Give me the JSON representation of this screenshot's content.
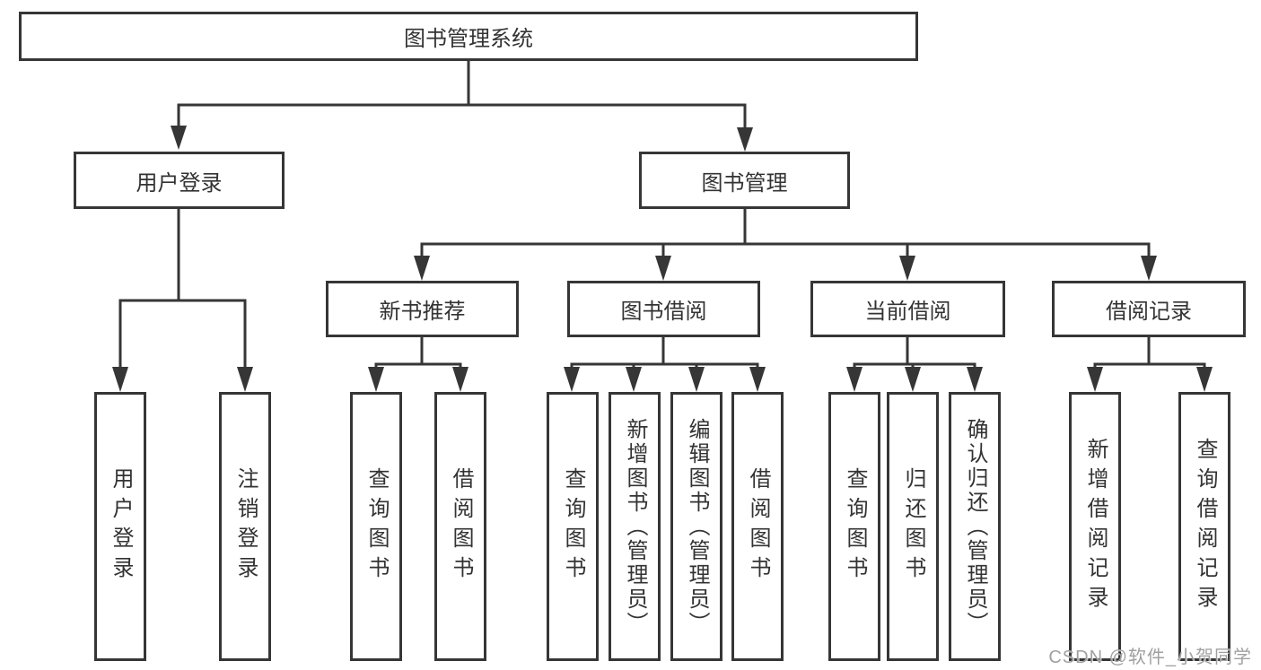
{
  "tree": {
    "type": "hierarchy-diagram",
    "root": {
      "label": "图书管理系统",
      "children": [
        {
          "label": "用户登录",
          "children": [
            {
              "label": "用户登录"
            },
            {
              "label": "注销登录"
            }
          ]
        },
        {
          "label": "图书管理",
          "children": [
            {
              "label": "新书推荐",
              "children": [
                {
                  "label": "查询图书"
                },
                {
                  "label": "借阅图书"
                }
              ]
            },
            {
              "label": "图书借阅",
              "children": [
                {
                  "label": "查询图书"
                },
                {
                  "label": "新增图书（管理员）"
                },
                {
                  "label": "编辑图书（管理员）"
                },
                {
                  "label": "借阅图书"
                }
              ]
            },
            {
              "label": "当前借阅",
              "children": [
                {
                  "label": "查询图书"
                },
                {
                  "label": "归还图书"
                },
                {
                  "label": "确认归还（管理员）"
                }
              ]
            },
            {
              "label": "借阅记录",
              "children": [
                {
                  "label": "新增借阅记录"
                },
                {
                  "label": "查询借阅记录"
                }
              ]
            }
          ]
        }
      ]
    }
  },
  "watermark": "CSDN @软件_小贺同学",
  "colors": {
    "line": "#363636",
    "text": "#333333",
    "box_bg": "#ffffff",
    "bg": "#ffffff",
    "watermark": "#a0a0a0"
  }
}
